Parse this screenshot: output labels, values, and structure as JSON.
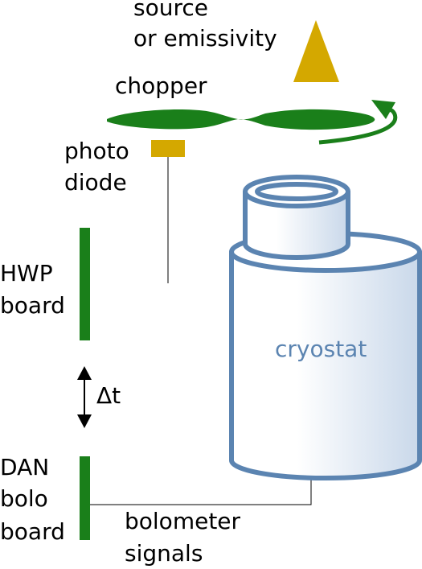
{
  "labels": {
    "source_line1": "source",
    "source_line2": "or emissivity",
    "chopper": "chopper",
    "photo_line1": "photo",
    "photo_line2": "diode",
    "hwp_line1": "HWP",
    "hwp_line2": "board",
    "delta_t": "Δt",
    "dan_line1": "DAN",
    "dan_line2": "bolo",
    "dan_line3": "board",
    "bolometer_line1": "bolometer",
    "bolometer_line2": "signals",
    "cryostat": "cryostat"
  },
  "colors": {
    "source": "#d4a800",
    "photodiode": "#d4a800",
    "chopper": "#1a7f1a",
    "boards": "#1a7f1a",
    "cryostat_outline": "#5b84b1",
    "cryostat_label": "#5b84b1",
    "wire": "#000000"
  }
}
